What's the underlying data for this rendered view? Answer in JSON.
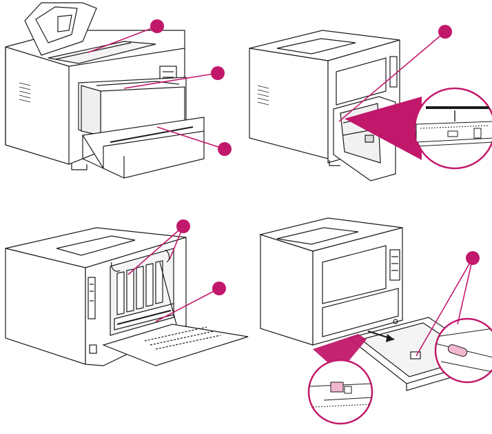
{
  "figure": {
    "panels": [
      {
        "id": "top-left",
        "subject": "printer-front-open-top-cover-and-drawers",
        "callouts": 3
      },
      {
        "id": "top-right",
        "subject": "printer-side-door-open-with-roller-detail",
        "callouts": 1
      },
      {
        "id": "bottom-left",
        "subject": "printer-rear-door-open-fuser-area",
        "callouts": 2
      },
      {
        "id": "bottom-right",
        "subject": "printer-tray-pulled-out-with-roller-details",
        "callouts": 1
      }
    ],
    "colors": {
      "line": "#1a1a1a",
      "callout": "#c2186b",
      "detail_fill": "#ffffff",
      "roller_highlight": "#f2b8cf",
      "shade": "#e9e9e9"
    },
    "icons": [
      "callout-marker",
      "magnifier-detail-circle",
      "leader-line"
    ]
  }
}
